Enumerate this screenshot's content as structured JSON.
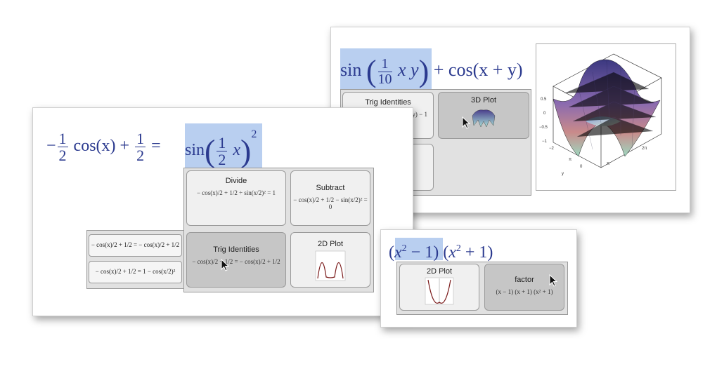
{
  "card1": {
    "equation": {
      "lhs": "−",
      "frac_num": "1",
      "frac_den": "2",
      "cos_x": "cos(x)",
      "plus": "+",
      "eq": "=",
      "selected": {
        "sin": "sin",
        "frac_num": "1",
        "frac_den": "2",
        "var": "x",
        "power": "2"
      }
    },
    "menu": [
      {
        "label": "Divide",
        "formula": "− cos(x)/2 + 1/2  ÷  sin(x/2)² = 1"
      },
      {
        "label": "Subtract",
        "formula": "− cos(x)/2 + 1/2 − sin(x/2)² = 0"
      },
      {
        "label": "Trig Identities",
        "formula": "− cos(x)/2 + 1/2 = − cos(x)/2 + 1/2"
      },
      {
        "label": "2D Plot",
        "formula": ""
      }
    ],
    "submenu": [
      "− cos(x)/2 + 1/2 = − cos(x)/2 + 1/2",
      "− cos(x)/2 + 1/2 = 1 − cos(x/2)²"
    ]
  },
  "card2": {
    "equation": {
      "sin": "sin",
      "frac_num": "1",
      "frac_den": "10",
      "vars": "x y",
      "rest": "+ cos(x + y)"
    },
    "menu": [
      {
        "label": "Trig Identities",
        "formula": "y) − 1"
      },
      {
        "label": "3D Plot",
        "formula": ""
      }
    ],
    "plot_ticks": [
      "0.5",
      "0",
      "−0.5",
      "−1",
      "−2",
      "π",
      "0",
      "π",
      "2π",
      "y"
    ]
  },
  "card3": {
    "equation": {
      "lp": "(",
      "x": "x",
      "sup1": "2",
      "minus": "− 1",
      "rp": ")",
      "lp2": "(",
      "x2": "x",
      "sup2": "2",
      "plus": "+ 1",
      "rp2": ")"
    },
    "menu": [
      {
        "label": "2D Plot",
        "formula": ""
      },
      {
        "label": "factor",
        "formula": "(x − 1)  (x + 1)  (x² + 1)"
      }
    ]
  },
  "colors": {
    "math": "#2b3a8f",
    "selection": "#b9cff0",
    "curve": "#7a1a1a"
  }
}
